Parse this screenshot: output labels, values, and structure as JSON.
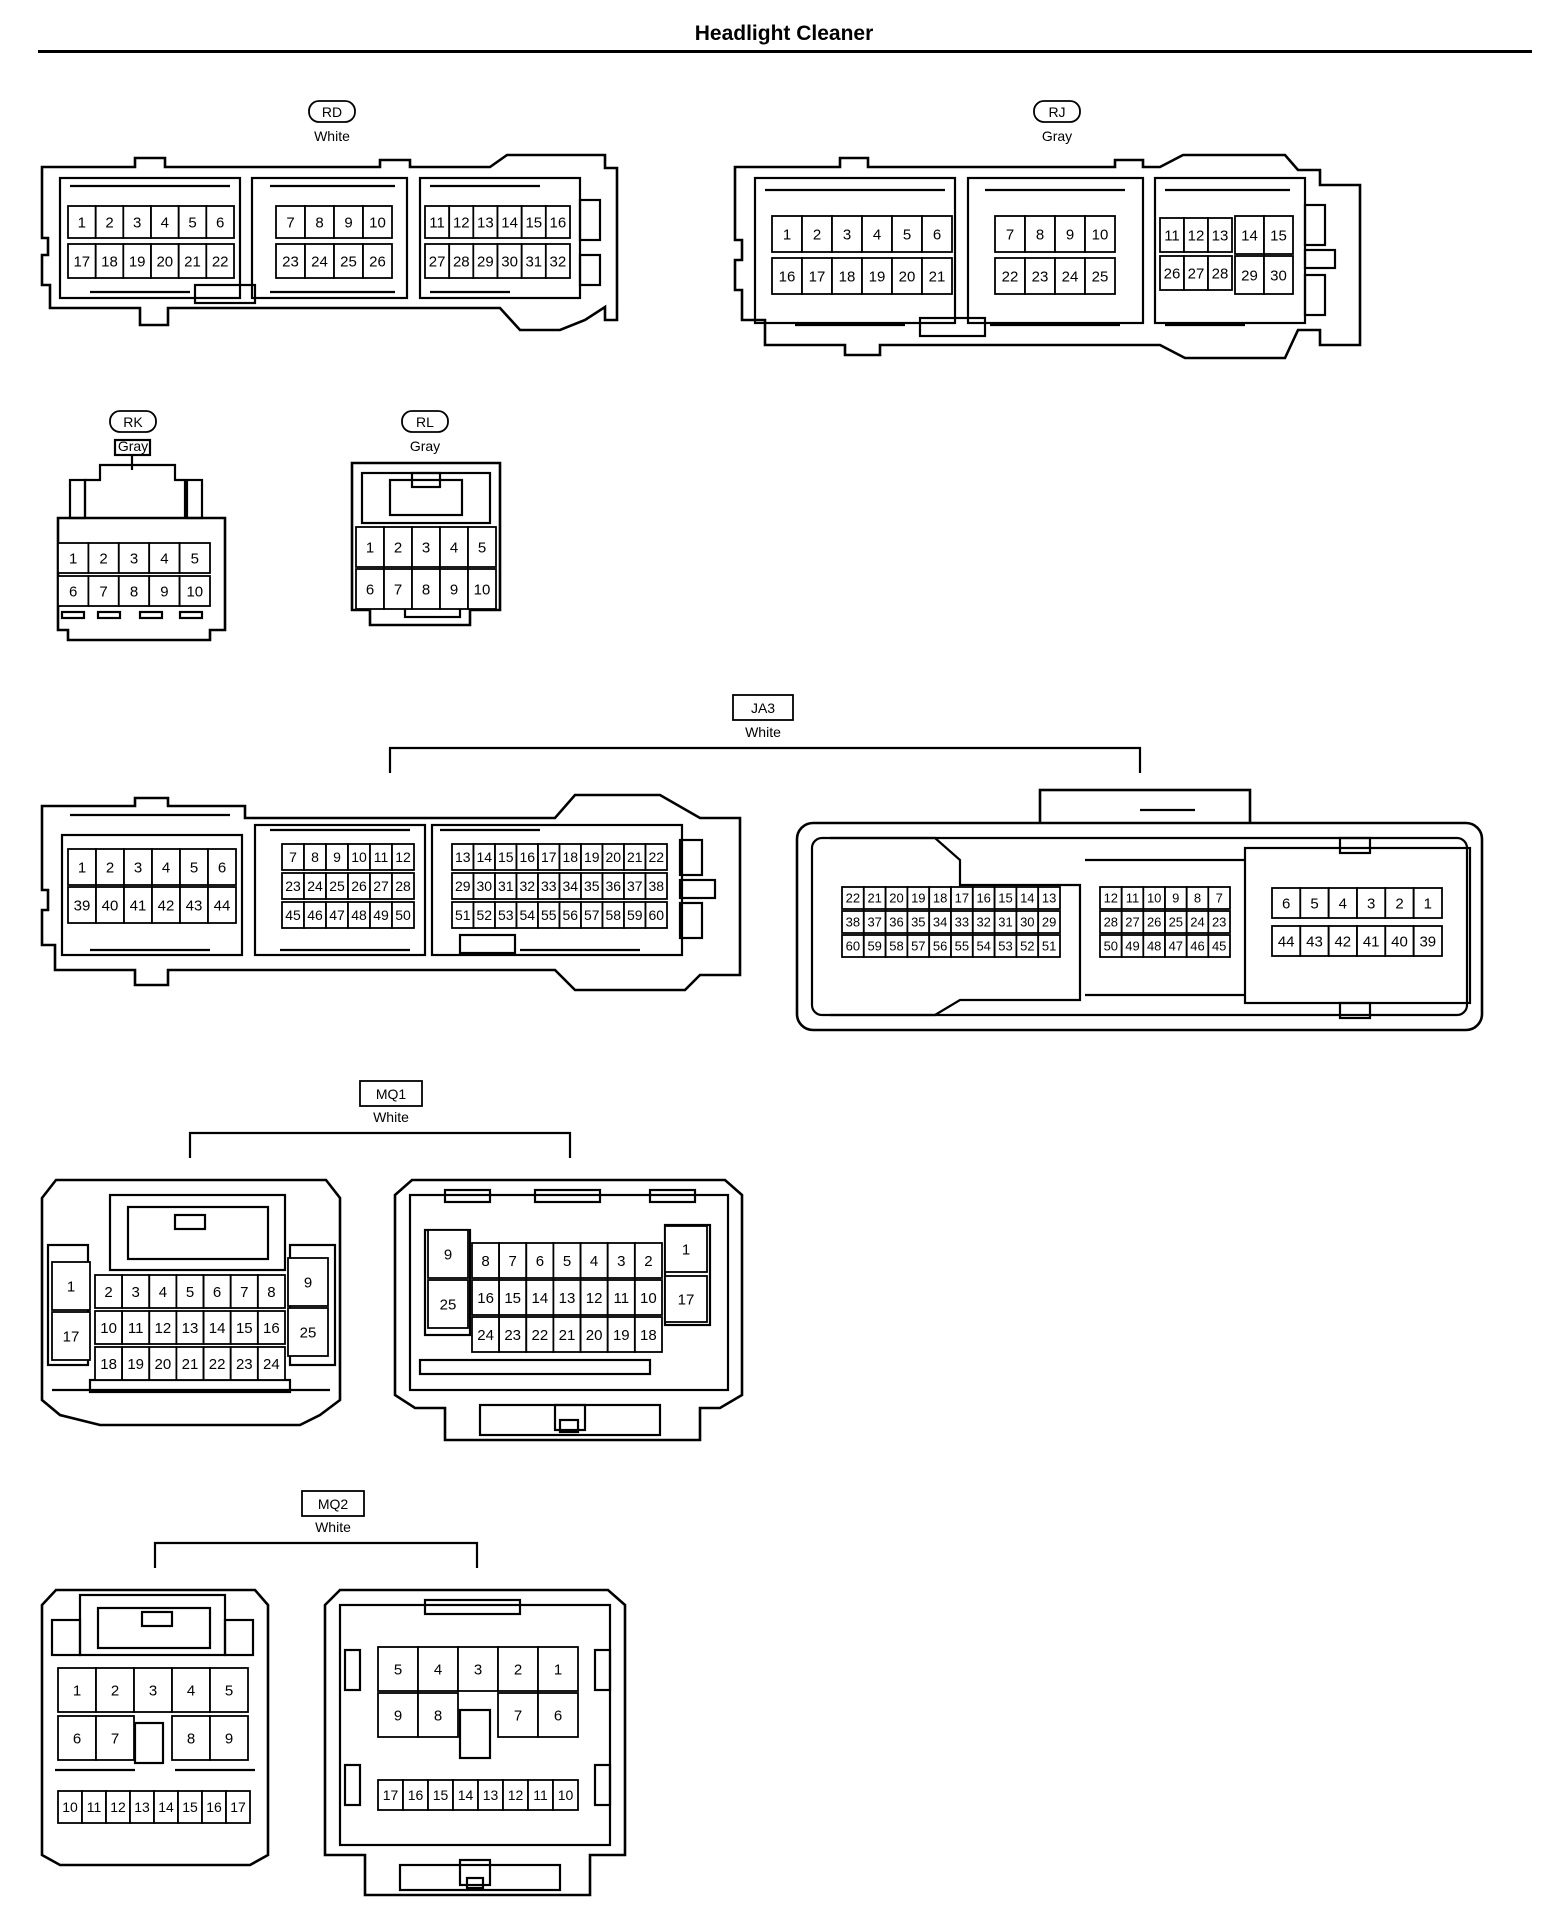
{
  "title": "Headlight Cleaner",
  "connectors": [
    {
      "id": "RD",
      "color": "White",
      "cavities": [
        [
          "1",
          "2",
          "3",
          "4",
          "5",
          "6",
          "7",
          "8",
          "9",
          "10",
          "11",
          "12",
          "13",
          "14",
          "15",
          "16"
        ],
        [
          "17",
          "18",
          "19",
          "20",
          "21",
          "22",
          "23",
          "24",
          "25",
          "26",
          "27",
          "28",
          "29",
          "30",
          "31",
          "32"
        ]
      ]
    },
    {
      "id": "RJ",
      "color": "Gray",
      "cavities": [
        [
          "1",
          "2",
          "3",
          "4",
          "5",
          "6",
          "7",
          "8",
          "9",
          "10",
          "11",
          "12",
          "13",
          "14",
          "15"
        ],
        [
          "16",
          "17",
          "18",
          "19",
          "20",
          "21",
          "22",
          "23",
          "24",
          "25",
          "26",
          "27",
          "28",
          "29",
          "30"
        ]
      ]
    },
    {
      "id": "RK",
      "color": "Gray",
      "cavities": [
        [
          "1",
          "2",
          "3",
          "4",
          "5"
        ],
        [
          "6",
          "7",
          "8",
          "9",
          "10"
        ]
      ]
    },
    {
      "id": "RL",
      "color": "Gray",
      "cavities": [
        [
          "1",
          "2",
          "3",
          "4",
          "5"
        ],
        [
          "6",
          "7",
          "8",
          "9",
          "10"
        ]
      ]
    },
    {
      "id": "JA3",
      "color": "White",
      "cavities_left": [
        [
          "1",
          "2",
          "3",
          "4",
          "5",
          "6",
          "7",
          "8",
          "9",
          "10",
          "11",
          "12",
          "13",
          "14",
          "15",
          "16",
          "17",
          "18",
          "19",
          "20",
          "21",
          "22"
        ],
        [
          "39",
          "40",
          "41",
          "42",
          "43",
          "44",
          "23",
          "24",
          "25",
          "26",
          "27",
          "28",
          "29",
          "30",
          "31",
          "32",
          "33",
          "34",
          "35",
          "36",
          "37",
          "38"
        ],
        [
          "45",
          "46",
          "47",
          "48",
          "49",
          "50",
          "51",
          "52",
          "53",
          "54",
          "55",
          "56",
          "57",
          "58",
          "59",
          "60"
        ]
      ],
      "cavities_right": [
        [
          "22",
          "21",
          "20",
          "19",
          "18",
          "17",
          "16",
          "15",
          "14",
          "13",
          "12",
          "11",
          "10",
          "9",
          "8",
          "7",
          "6",
          "5",
          "4",
          "3",
          "2",
          "1"
        ],
        [
          "38",
          "37",
          "36",
          "35",
          "34",
          "33",
          "32",
          "31",
          "30",
          "29",
          "28",
          "27",
          "26",
          "25",
          "24",
          "23",
          "44",
          "43",
          "42",
          "41",
          "40",
          "39"
        ],
        [
          "60",
          "59",
          "58",
          "57",
          "56",
          "55",
          "54",
          "53",
          "52",
          "51",
          "50",
          "49",
          "48",
          "47",
          "46",
          "45"
        ]
      ]
    },
    {
      "id": "MQ1",
      "color": "White",
      "cavities_left": [
        [
          "1",
          "2",
          "3",
          "4",
          "5",
          "6",
          "7",
          "8",
          "9"
        ],
        [
          "17",
          "10",
          "11",
          "12",
          "13",
          "14",
          "15",
          "16",
          "25"
        ],
        [
          "18",
          "19",
          "20",
          "21",
          "22",
          "23",
          "24"
        ]
      ],
      "cavities_right": [
        [
          "9",
          "8",
          "7",
          "6",
          "5",
          "4",
          "3",
          "2",
          "1"
        ],
        [
          "25",
          "16",
          "15",
          "14",
          "13",
          "12",
          "11",
          "10",
          "17"
        ],
        [
          "24",
          "23",
          "22",
          "21",
          "20",
          "19",
          "18"
        ]
      ]
    },
    {
      "id": "MQ2",
      "color": "White",
      "cavities_left": [
        [
          "1",
          "2",
          "3",
          "4",
          "5"
        ],
        [
          "6",
          "7",
          "8",
          "9"
        ],
        [
          "10",
          "11",
          "12",
          "13",
          "14",
          "15",
          "16",
          "17"
        ]
      ],
      "cavities_right": [
        [
          "5",
          "4",
          "3",
          "2",
          "1"
        ],
        [
          "9",
          "8",
          "7",
          "6"
        ],
        [
          "17",
          "16",
          "15",
          "14",
          "13",
          "12",
          "11",
          "10"
        ]
      ]
    }
  ]
}
